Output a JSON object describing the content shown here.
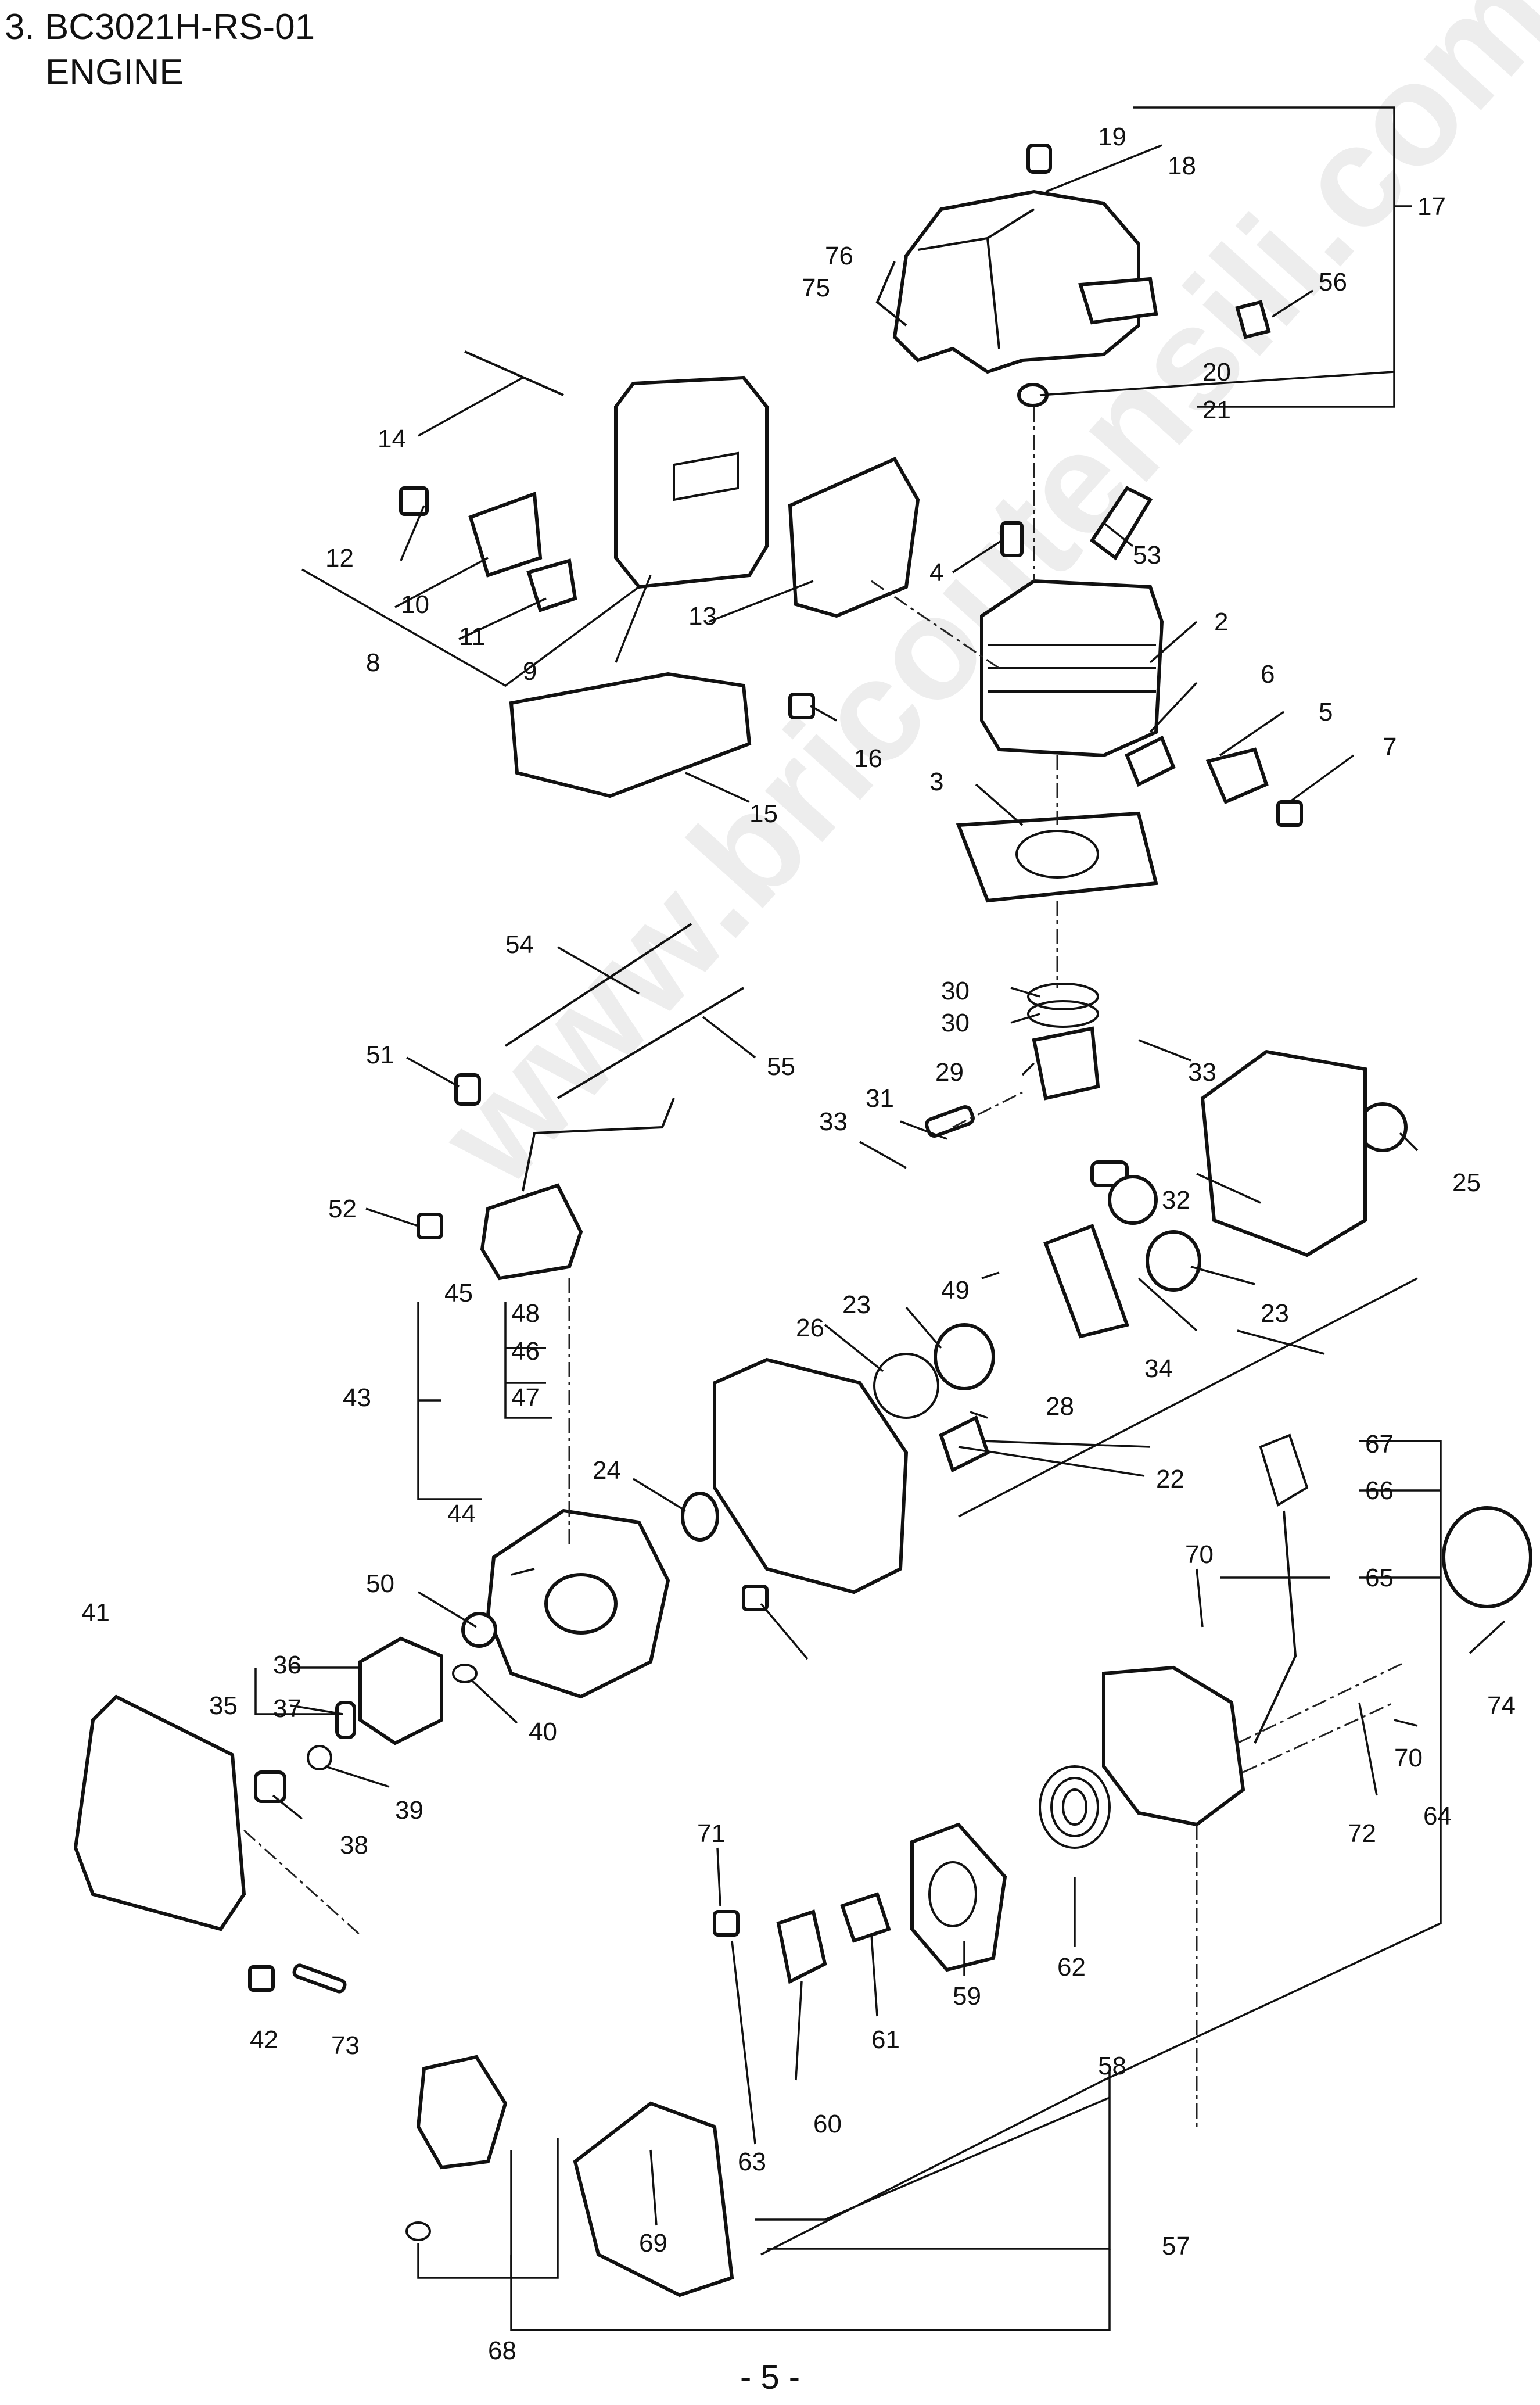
{
  "header": {
    "line1": "3. BC3021H-RS-01",
    "line2": "ENGINE"
  },
  "watermark": "www.bricoutensili.com",
  "page_number": "- 5 -",
  "callouts": [
    "19",
    "18",
    "17",
    "76",
    "75",
    "56",
    "20",
    "21",
    "14",
    "53",
    "12",
    "4",
    "10",
    "11",
    "13",
    "2",
    "8",
    "9",
    "6",
    "5",
    "16",
    "7",
    "15",
    "3",
    "54",
    "30",
    "30",
    "51",
    "55",
    "29",
    "33",
    "31",
    "33",
    "52",
    "32",
    "25",
    "49",
    "45",
    "23",
    "23",
    "48",
    "26",
    "46",
    "34",
    "43",
    "47",
    "28",
    "24",
    "22",
    "67",
    "44",
    "66",
    "70",
    "50",
    "65",
    "41",
    "36",
    "35",
    "74",
    "40",
    "37",
    "70",
    "39",
    "38",
    "71",
    "72",
    "64",
    "62",
    "42",
    "73",
    "59",
    "60",
    "61",
    "58",
    "63",
    "69",
    "57",
    "68"
  ]
}
